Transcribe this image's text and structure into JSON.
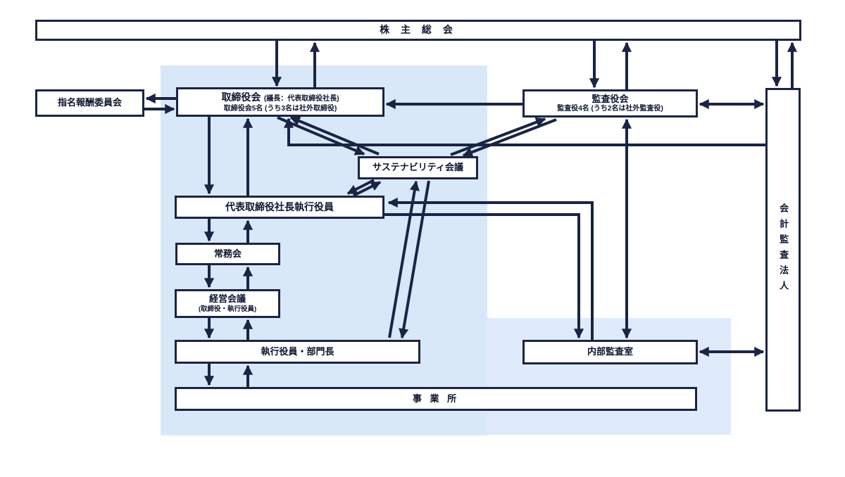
{
  "diagram": {
    "nodes": {
      "shareholders": {
        "label": "株 主 総 会"
      },
      "nomination": {
        "label": "指名報酬委員会"
      },
      "board": {
        "label": "取締役会",
        "chair_note": "(議長：代表取締役社長)",
        "sub": "取締役会5名 (うち3名は社外取締役)"
      },
      "audit_board": {
        "label": "監査役会",
        "sub": "監査役4名 (うち2名は社外監査役)"
      },
      "audit_firm": {
        "label": "会計監査法人"
      },
      "sustainability": {
        "label": "サステナビリティ会議"
      },
      "president": {
        "label": "代表取締役社長執行役員"
      },
      "managing_committee": {
        "label": "常務会"
      },
      "management_meeting": {
        "label": "経営会議",
        "sub": "(取締役・執行役員)"
      },
      "executive_officers": {
        "label": "執行役員・部門長"
      },
      "internal_audit": {
        "label": "内部監査室"
      },
      "offices": {
        "label": "事 業 所"
      }
    },
    "colors": {
      "line": "#1a2444",
      "panel_left": "#d9e8f8",
      "panel_right": "#dfebfa",
      "box_background": "#ffffff"
    }
  }
}
